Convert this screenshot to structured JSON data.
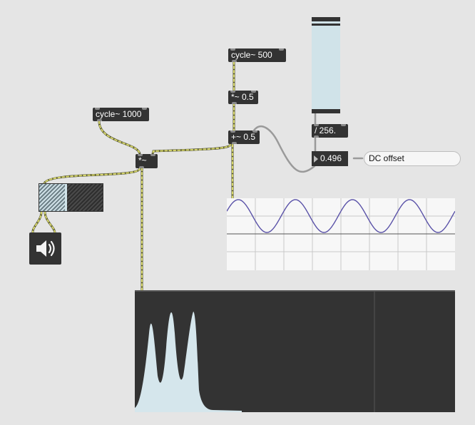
{
  "patch": {
    "objects": {
      "cycle_1000": "cycle~ 1000",
      "cycle_500": "cycle~ 500",
      "mul_05": "*~ 0.5",
      "add_05": "+~ 0.5",
      "mul": "*~",
      "div_256": "/ 256."
    },
    "number_box": {
      "value": "0.496"
    },
    "comment": "DC offset",
    "slider": {
      "level_fraction": 0.98
    },
    "dac": {
      "icon": "speaker-icon"
    },
    "gain": {
      "level_fraction": 0.4
    },
    "scope": {
      "cycles_shown": 4,
      "waveform_color": "#5a52a8"
    },
    "spectroscope": {
      "fill_color": "#d5e6ec"
    }
  },
  "colors": {
    "object_bg": "#333333",
    "patch_bg": "#e5e5e5",
    "signal_cord": "#c8c85a",
    "control_cord": "#9a9a9a",
    "accent": "#d0e3e9"
  }
}
